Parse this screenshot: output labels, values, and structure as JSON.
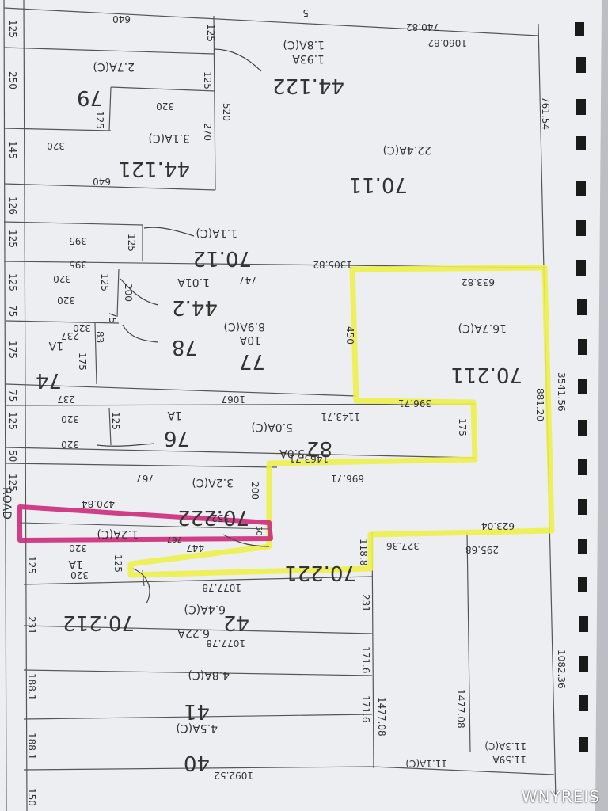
{
  "watermark": "WNYREIS",
  "road_label": "ROAD",
  "colors": {
    "paper": "#e9eaee",
    "line": "#555555",
    "highlight_yellow": "#eef04a",
    "highlight_magenta": "#cc2a7a"
  },
  "parcels": [
    {
      "id": "70.11",
      "area": "22.4A(C)"
    },
    {
      "id": "44.121",
      "area": "3.1A(C)"
    },
    {
      "id": "44.122",
      "area": "1.93A",
      "area2": "1.8A(C)"
    },
    {
      "id": "79",
      "area": "2.7A(C)"
    },
    {
      "id": "70.12",
      "area": "1.1A(C)"
    },
    {
      "id": "44.2",
      "area": "1.01A"
    },
    {
      "id": "78",
      "area": ""
    },
    {
      "id": "77",
      "area": "10A",
      "area2": "8.9A(C)"
    },
    {
      "id": "74",
      "area": "1A"
    },
    {
      "id": "70.211",
      "area": "16.7A(C)"
    },
    {
      "id": "76",
      "area": "1A"
    },
    {
      "id": "82",
      "area": "5.0A",
      "area2": "5.0A(C)"
    },
    {
      "id": "70.222",
      "area": "3.2A(C)"
    },
    {
      "id": "70.221",
      "area": "1.2A(C)"
    },
    {
      "id": "70.212",
      "area": "1A"
    },
    {
      "id": "42",
      "area": "6.22A",
      "area2": "6.4A(C)"
    },
    {
      "id": "41",
      "area": "4.8A(C)"
    },
    {
      "id": "40",
      "area": "4.5A(C)"
    }
  ],
  "dimensions": {
    "top": [
      "640",
      "740.82",
      "1060.82",
      "5"
    ],
    "left_frontage": [
      "125",
      "250",
      "145",
      "126",
      "125",
      "125",
      "75",
      "175",
      "75",
      "125",
      "50",
      "125",
      "125",
      "231",
      "188.1",
      "188.1",
      "150"
    ],
    "interior": [
      "125",
      "640",
      "125",
      "520",
      "320",
      "125",
      "320",
      "270",
      "761.54",
      "395",
      "125",
      "395",
      "1305.82",
      "320",
      "320",
      "125",
      "200",
      "747",
      "633.82",
      "320",
      "75",
      "83",
      "237",
      "175",
      "450",
      "1067",
      "237",
      "396.71",
      "1143.71",
      "320",
      "125",
      "175",
      "881.20",
      "3541.56",
      "320",
      "1463.71",
      "696.71",
      "767",
      "200",
      "420.84",
      "352",
      "767",
      "50",
      "623.04",
      "447",
      "320",
      "327.36",
      "295.68",
      "118.8",
      "125",
      "320",
      "1077.78",
      "231",
      "1077.78",
      "171.6",
      "171.6",
      "1477.08",
      "1477.08",
      "1092.52",
      "11.1A(C)",
      "11.59A",
      "11.3A(C)",
      "1082.36"
    ]
  }
}
